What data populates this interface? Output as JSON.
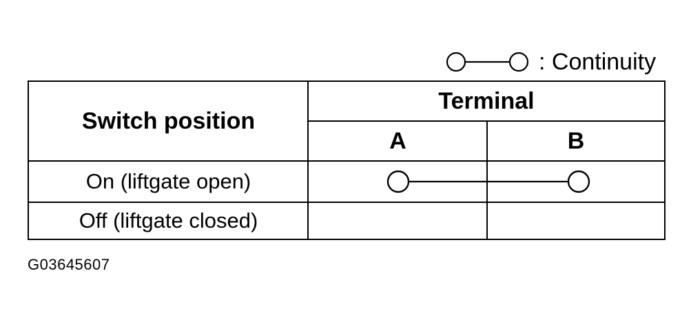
{
  "legend": {
    "label": ": Continuity",
    "symbol_icon": "continuity-symbol-icon"
  },
  "table": {
    "header_switch_position": "Switch position",
    "header_terminal": "Terminal",
    "terminals": [
      "A",
      "B"
    ],
    "rows": [
      {
        "position": "On (liftgate open)",
        "continuity": [
          "A",
          "B"
        ]
      },
      {
        "position": "Off (liftgate closed)",
        "continuity": []
      }
    ]
  },
  "figure_code": "G03645607"
}
